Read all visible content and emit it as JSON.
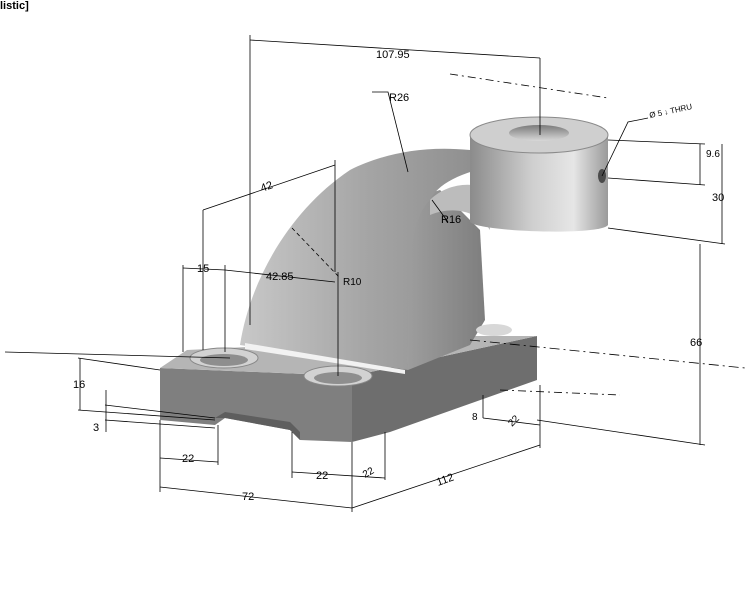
{
  "viewport": {
    "view_label": "listic]"
  },
  "dimensions": {
    "d_107_95": "107.95",
    "d_r26": "R26",
    "d_r16": "R16",
    "d_hole": "Ø 5 ↓ THRU",
    "d_9_6": "9.6",
    "d_30": "30",
    "d_66": "66",
    "d_42": "42",
    "d_15": "15",
    "d_42_85": "42.85",
    "d_r10": "R10",
    "d_16": "16",
    "d_3": "3",
    "d_22_a": "22",
    "d_22_b": "22",
    "d_22_c": "22",
    "d_72": "72",
    "d_112": "112",
    "d_8": "8",
    "d_22_d": "22"
  },
  "colors": {
    "line": "#000000",
    "shade_light": "#d6d6d6",
    "shade_mid": "#a9a9a9",
    "shade_dark": "#7d7d7d",
    "shade_darker": "#6a6a6a"
  }
}
